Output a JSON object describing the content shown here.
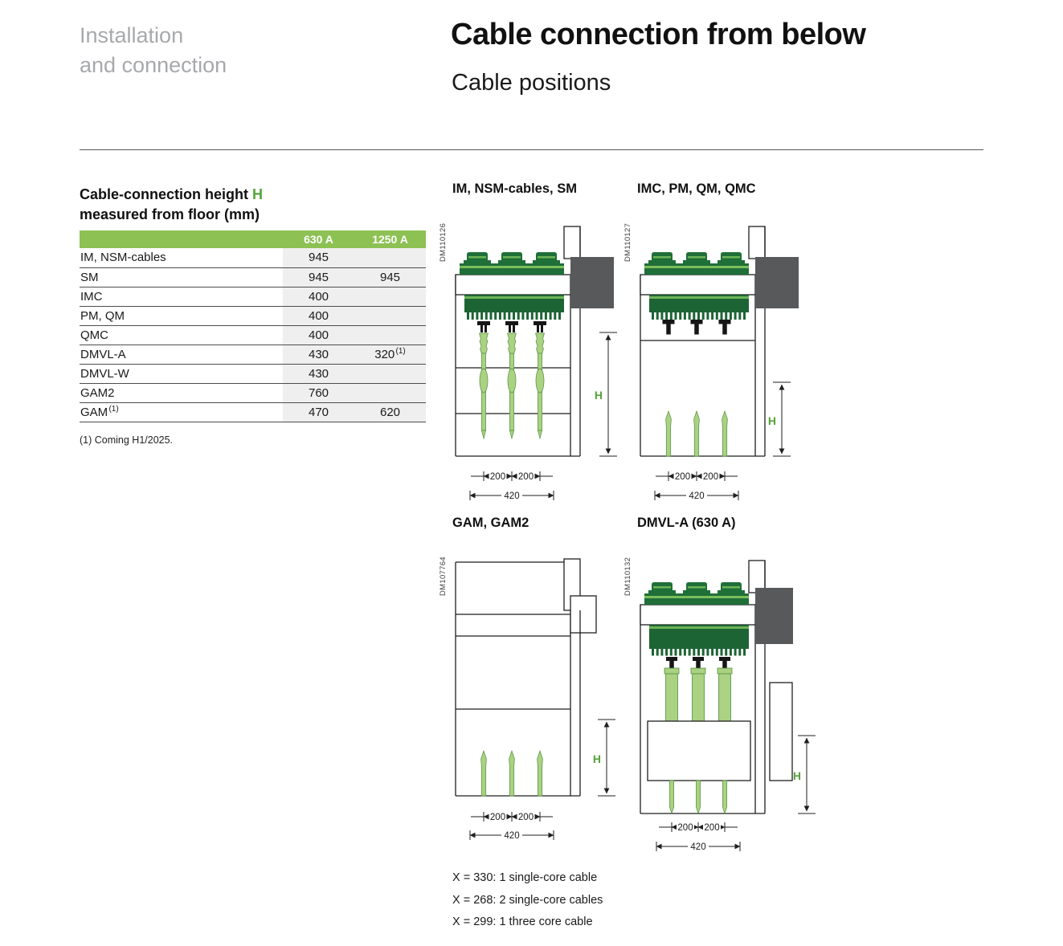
{
  "page": {
    "section_label": [
      "Installation",
      "and connection"
    ],
    "title": "Cable connection from below",
    "subtitle": "Cable positions"
  },
  "table": {
    "title_l1a": "Cable-connection height ",
    "title_h": "H",
    "title_l2": "measured from floor (mm)",
    "col_630": "630 A",
    "col_1250": "1250 A",
    "rows": [
      {
        "label": "IM, NSM-cables",
        "v630": "945",
        "v1250": ""
      },
      {
        "label": "SM",
        "v630": "945",
        "v1250": "945"
      },
      {
        "label": "IMC",
        "v630": "400",
        "v1250": ""
      },
      {
        "label": "PM, QM",
        "v630": "400",
        "v1250": ""
      },
      {
        "label": "QMC",
        "v630": "400",
        "v1250": ""
      },
      {
        "label": "DMVL-A",
        "v630": "430",
        "v1250": "320",
        "v1250_sup": "(1)"
      },
      {
        "label": "DMVL-W",
        "v630": "430",
        "v1250": ""
      },
      {
        "label": "GAM2",
        "v630": "760",
        "v1250": ""
      },
      {
        "label": "GAM",
        "label_sup": "(1)",
        "v630": "470",
        "v1250": "620"
      }
    ],
    "footnote": "(1) Coming H1/2025."
  },
  "diagrams": [
    {
      "title": "IM, NSM-cables, SM",
      "ref": "DM110126",
      "dims": {
        "a": "200",
        "b": "200",
        "total": "420",
        "h": "H"
      }
    },
    {
      "title": "IMC, PM, QM, QMC",
      "ref": "DM110127",
      "dims": {
        "a": "200",
        "b": "200",
        "total": "420",
        "h": "H"
      }
    },
    {
      "title": "GAM, GAM2",
      "ref": "DM107764",
      "dims": {
        "a": "200",
        "b": "200",
        "total": "420",
        "h": "H"
      }
    },
    {
      "title": "DMVL-A (630 A)",
      "ref": "DM110132",
      "dims": {
        "a": "200",
        "b": "200",
        "total": "420",
        "h": "H"
      }
    }
  ],
  "legend": {
    "lines": [
      "X = 330: 1 single-core cable",
      "X = 268: 2 single-core cables",
      "X = 299: 1 three core cable"
    ]
  },
  "colors": {
    "header_green": "#8dc153",
    "text_green": "#56a339",
    "diagram_dark_green": "#1f6f38",
    "diagram_light_green": "#abd183",
    "panel_gray": "#58595b"
  }
}
